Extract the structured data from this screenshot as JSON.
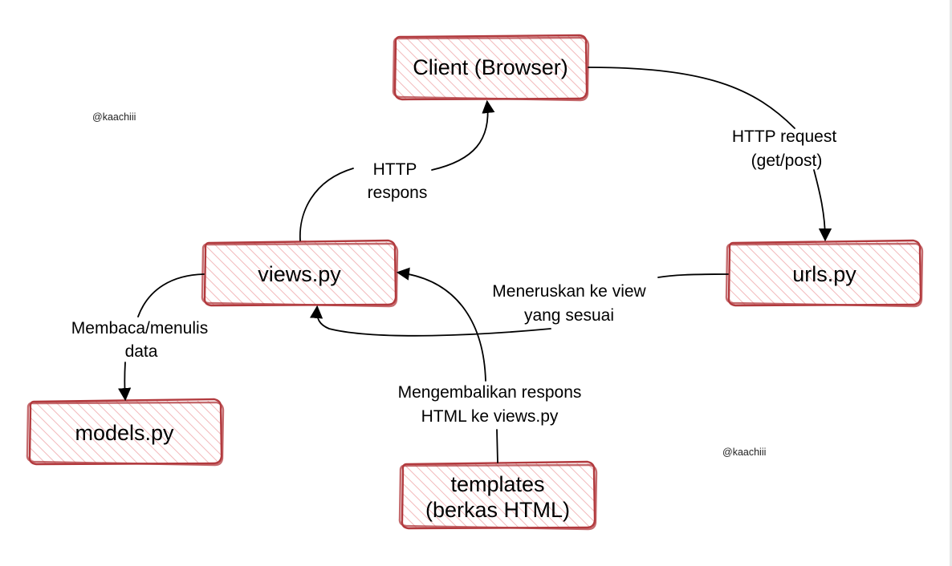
{
  "nodes": {
    "client": {
      "label": "Client (Browser)"
    },
    "views": {
      "label": "views.py"
    },
    "urls": {
      "label": "urls.py"
    },
    "models": {
      "label": "models.py"
    },
    "templates": {
      "line1": "templates",
      "line2": "(berkas HTML)"
    }
  },
  "edges": {
    "http_request": {
      "line1": "HTTP request",
      "line2": "(get/post)"
    },
    "http_response": {
      "line1": "HTTP",
      "line2": "respons"
    },
    "forward_view": {
      "line1": "Meneruskan ke view",
      "line2": "yang sesuai"
    },
    "read_write": {
      "line1": "Membaca/menulis",
      "line2": "data"
    },
    "return_html": {
      "line1": "Mengembalikan respons",
      "line2": "HTML ke views.py"
    }
  },
  "watermarks": [
    "@kaachiii",
    "@kaachiii"
  ],
  "colors": {
    "box_stroke": "#b23a3e",
    "box_hatch": "#f2b9bb",
    "arrow": "#000000",
    "background": "#ffffff"
  }
}
